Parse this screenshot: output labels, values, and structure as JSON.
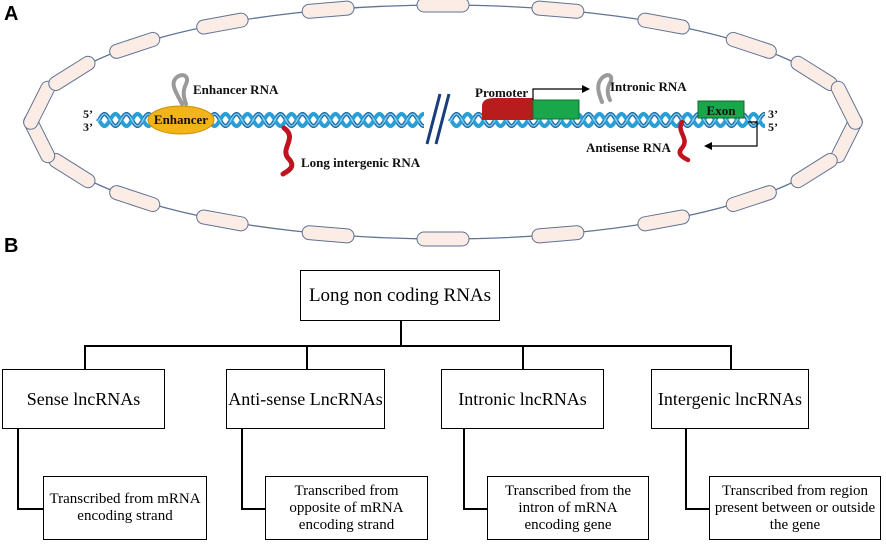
{
  "panel_a": {
    "letter": "A",
    "labels": {
      "enhancer_rna": "Enhancer RNA",
      "enhancer": "Enhancer",
      "long_intergenic_rna": "Long intergenic RNA",
      "promoter": "Promoter",
      "intronic_rna": "Intronic RNA",
      "exon": "Exon",
      "antisense_rna": "Antisense RNA",
      "left_top": "5’",
      "left_bottom": "3’",
      "right_top": "3’",
      "right_bottom": "5’"
    },
    "colors": {
      "helix": "#2a9fd6",
      "helix_dark": "#1b6fa8",
      "enhancer": "#f2b418",
      "promoter": "#b81c1c",
      "exon": "#1aa64a",
      "lincrna": "#c1121f",
      "rna_gray": "#9a9a9a",
      "cell_segment": "#fbece6",
      "cell_outline": "#5f7393"
    }
  },
  "panel_b": {
    "letter": "B",
    "root": "Long non coding RNAs",
    "categories": [
      {
        "title": "Sense lncRNAs",
        "desc": "Transcribed from mRNA encoding strand"
      },
      {
        "title": "Anti-sense LncRNAs",
        "desc": "Transcribed from opposite of mRNA encoding strand"
      },
      {
        "title": "Intronic lncRNAs",
        "desc": "Transcribed from the intron of mRNA encoding gene"
      },
      {
        "title": "Intergenic lncRNAs",
        "desc": "Transcribed from region present between or outside the gene"
      }
    ]
  }
}
